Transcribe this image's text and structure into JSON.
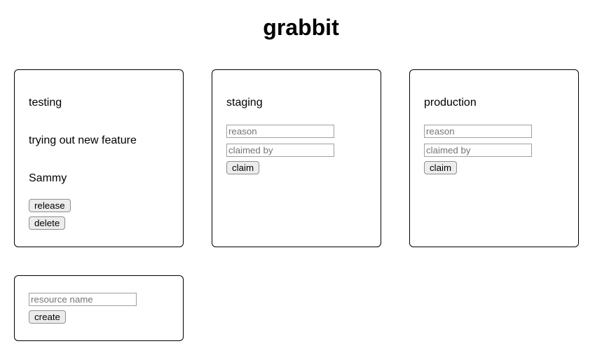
{
  "title": "grabbit",
  "cards": [
    {
      "name": "testing",
      "state": "claimed",
      "reason": "trying out new feature",
      "claimed_by": "Sammy",
      "release_label": "release",
      "delete_label": "delete"
    },
    {
      "name": "staging",
      "state": "available",
      "reason_placeholder": "reason",
      "claimed_by_placeholder": "claimed by",
      "claim_label": "claim"
    },
    {
      "name": "production",
      "state": "available",
      "reason_placeholder": "reason",
      "claimed_by_placeholder": "claimed by",
      "claim_label": "claim"
    }
  ],
  "create_card": {
    "name_placeholder": "resource name",
    "create_label": "create"
  },
  "colors": {
    "card_border": "#000000",
    "button_bg": "#ececec",
    "button_border": "#8f8f8f",
    "input_border": "#a0a0a0",
    "placeholder_text": "#757575",
    "text": "#000000",
    "background": "#ffffff"
  }
}
